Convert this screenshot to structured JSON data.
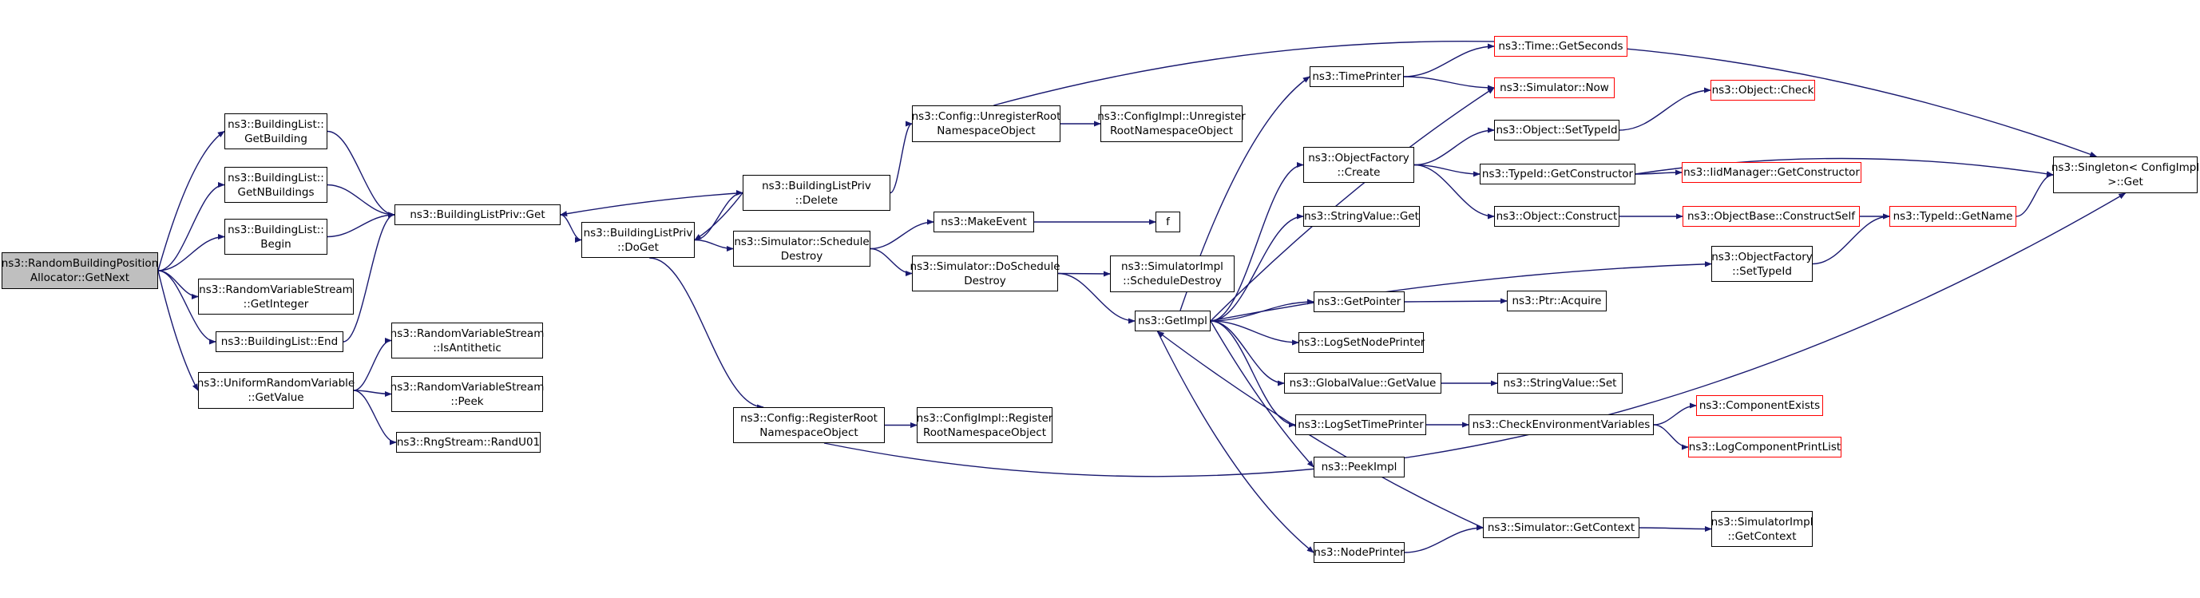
{
  "graph": {
    "title": "",
    "edge_color": "#191970",
    "colors": {
      "box_border": "#000000",
      "truncated_border": "#ff0000",
      "root_fill": "#bfbfbf",
      "background": "#ffffff"
    },
    "nodes": [
      {
        "id": "rbpa",
        "lines": [
          "ns3::RandomBuildingPosition",
          "Allocator::GetNext"
        ],
        "style": "root"
      },
      {
        "id": "bl_getbuilding",
        "lines": [
          "ns3::BuildingList::",
          "GetBuilding"
        ],
        "style": "normal"
      },
      {
        "id": "bl_getn",
        "lines": [
          "ns3::BuildingList::",
          "GetNBuildings"
        ],
        "style": "normal"
      },
      {
        "id": "bl_begin",
        "lines": [
          "ns3::BuildingList::",
          "Begin"
        ],
        "style": "normal"
      },
      {
        "id": "rvs_getint",
        "lines": [
          "ns3::RandomVariableStream",
          "::GetInteger"
        ],
        "style": "normal"
      },
      {
        "id": "bl_end",
        "lines": [
          "ns3::BuildingList::End"
        ],
        "style": "normal"
      },
      {
        "id": "urv_getvalue",
        "lines": [
          "ns3::UniformRandomVariable",
          "::GetValue"
        ],
        "style": "normal"
      },
      {
        "id": "blp_get",
        "lines": [
          "ns3::BuildingListPriv::Get"
        ],
        "style": "normal"
      },
      {
        "id": "rvs_isanti",
        "lines": [
          "ns3::RandomVariableStream",
          "::IsAntithetic"
        ],
        "style": "normal"
      },
      {
        "id": "rvs_peek",
        "lines": [
          "ns3::RandomVariableStream",
          "::Peek"
        ],
        "style": "normal"
      },
      {
        "id": "rng_randu01",
        "lines": [
          "ns3::RngStream::RandU01"
        ],
        "style": "normal"
      },
      {
        "id": "blp_doget",
        "lines": [
          "ns3::BuildingListPriv",
          "::DoGet"
        ],
        "style": "normal"
      },
      {
        "id": "blp_delete",
        "lines": [
          "ns3::BuildingListPriv",
          "::Delete"
        ],
        "style": "normal"
      },
      {
        "id": "sim_schedule_destroy",
        "lines": [
          "ns3::Simulator::Schedule",
          "Destroy"
        ],
        "style": "normal"
      },
      {
        "id": "cfg_registerroot",
        "lines": [
          "ns3::Config::RegisterRoot",
          "NamespaceObject"
        ],
        "style": "normal"
      },
      {
        "id": "cfg_unregisterroot",
        "lines": [
          "ns3::Config::UnregisterRoot",
          "NamespaceObject"
        ],
        "style": "normal"
      },
      {
        "id": "make_event",
        "lines": [
          "ns3::MakeEvent"
        ],
        "style": "normal"
      },
      {
        "id": "sim_doschedule_destroy",
        "lines": [
          "ns3::Simulator::DoSchedule",
          "Destroy"
        ],
        "style": "normal"
      },
      {
        "id": "cfgimpl_register",
        "lines": [
          "ns3::ConfigImpl::Register",
          "RootNamespaceObject"
        ],
        "style": "normal"
      },
      {
        "id": "cfgimpl_unregister",
        "lines": [
          "ns3::ConfigImpl::Unregister",
          "RootNamespaceObject"
        ],
        "style": "normal"
      },
      {
        "id": "f",
        "lines": [
          "f"
        ],
        "style": "normal"
      },
      {
        "id": "simimpl_scheduledestroy",
        "lines": [
          "ns3::SimulatorImpl",
          "::ScheduleDestroy"
        ],
        "style": "normal"
      },
      {
        "id": "getimpl",
        "lines": [
          "ns3::GetImpl"
        ],
        "style": "normal"
      },
      {
        "id": "timeprinter",
        "lines": [
          "ns3::TimePrinter"
        ],
        "style": "normal"
      },
      {
        "id": "of_create",
        "lines": [
          "ns3::ObjectFactory",
          "::Create"
        ],
        "style": "normal"
      },
      {
        "id": "stringvalue_get",
        "lines": [
          "ns3::StringValue::Get"
        ],
        "style": "normal"
      },
      {
        "id": "getpointer",
        "lines": [
          "ns3::GetPointer"
        ],
        "style": "normal"
      },
      {
        "id": "logsetnodeprinter",
        "lines": [
          "ns3::LogSetNodePrinter"
        ],
        "style": "normal"
      },
      {
        "id": "globalvalue_getvalue",
        "lines": [
          "ns3::GlobalValue::GetValue"
        ],
        "style": "normal"
      },
      {
        "id": "logsettimeprinter",
        "lines": [
          "ns3::LogSetTimePrinter"
        ],
        "style": "normal"
      },
      {
        "id": "peekimpl",
        "lines": [
          "ns3::PeekImpl"
        ],
        "style": "normal"
      },
      {
        "id": "nodeprinter",
        "lines": [
          "ns3::NodePrinter"
        ],
        "style": "normal"
      },
      {
        "id": "time_getseconds",
        "lines": [
          "ns3::Time::GetSeconds"
        ],
        "style": "truncated"
      },
      {
        "id": "sim_now",
        "lines": [
          "ns3::Simulator::Now"
        ],
        "style": "truncated"
      },
      {
        "id": "object_settypeid",
        "lines": [
          "ns3::Object::SetTypeId"
        ],
        "style": "normal"
      },
      {
        "id": "typeid_getconstructor",
        "lines": [
          "ns3::TypeId::GetConstructor"
        ],
        "style": "normal"
      },
      {
        "id": "object_construct",
        "lines": [
          "ns3::Object::Construct"
        ],
        "style": "normal"
      },
      {
        "id": "ptr_acquire",
        "lines": [
          "ns3::Ptr::Acquire"
        ],
        "style": "normal"
      },
      {
        "id": "stringvalue_set",
        "lines": [
          "ns3::StringValue::Set"
        ],
        "style": "normal"
      },
      {
        "id": "checkenvvars",
        "lines": [
          "ns3::CheckEnvironmentVariables"
        ],
        "style": "normal"
      },
      {
        "id": "sim_getcontext",
        "lines": [
          "ns3::Simulator::GetContext"
        ],
        "style": "normal"
      },
      {
        "id": "of_settypeid",
        "lines": [
          "ns3::ObjectFactory",
          "::SetTypeId"
        ],
        "style": "normal"
      },
      {
        "id": "object_check",
        "lines": [
          "ns3::Object::Check"
        ],
        "style": "truncated"
      },
      {
        "id": "iidmanager_getconstructor",
        "lines": [
          "ns3::IidManager::GetConstructor"
        ],
        "style": "truncated"
      },
      {
        "id": "objectbase_constructself",
        "lines": [
          "ns3::ObjectBase::ConstructSelf"
        ],
        "style": "truncated"
      },
      {
        "id": "componentexists",
        "lines": [
          "ns3::ComponentExists"
        ],
        "style": "truncated"
      },
      {
        "id": "logcomponentprintlist",
        "lines": [
          "ns3::LogComponentPrintList"
        ],
        "style": "truncated"
      },
      {
        "id": "simimpl_getcontext",
        "lines": [
          "ns3::SimulatorImpl",
          "::GetContext"
        ],
        "style": "normal"
      },
      {
        "id": "typeid_getname",
        "lines": [
          "ns3::TypeId::GetName"
        ],
        "style": "truncated"
      },
      {
        "id": "singleton_get",
        "lines": [
          "ns3::Singleton< ConfigImpl",
          ">::Get"
        ],
        "style": "normal"
      }
    ],
    "edges": [
      [
        "rbpa",
        "bl_getbuilding"
      ],
      [
        "rbpa",
        "bl_getn"
      ],
      [
        "rbpa",
        "bl_begin"
      ],
      [
        "rbpa",
        "rvs_getint"
      ],
      [
        "rbpa",
        "bl_end"
      ],
      [
        "rbpa",
        "urv_getvalue"
      ],
      [
        "bl_getbuilding",
        "blp_get"
      ],
      [
        "bl_getn",
        "blp_get"
      ],
      [
        "bl_begin",
        "blp_get"
      ],
      [
        "bl_end",
        "blp_get"
      ],
      [
        "urv_getvalue",
        "rvs_isanti"
      ],
      [
        "urv_getvalue",
        "rvs_peek"
      ],
      [
        "urv_getvalue",
        "rng_randu01"
      ],
      [
        "blp_get",
        "blp_doget"
      ],
      [
        "blp_doget",
        "blp_delete"
      ],
      [
        "blp_doget",
        "sim_schedule_destroy"
      ],
      [
        "blp_doget",
        "cfg_registerroot"
      ],
      [
        "blp_delete",
        "blp_get"
      ],
      [
        "blp_delete",
        "blp_doget"
      ],
      [
        "blp_delete",
        "cfg_unregisterroot"
      ],
      [
        "cfg_unregisterroot",
        "cfgimpl_unregister"
      ],
      [
        "cfg_unregisterroot",
        "singleton_get"
      ],
      [
        "cfg_registerroot",
        "cfgimpl_register"
      ],
      [
        "cfg_registerroot",
        "singleton_get"
      ],
      [
        "sim_schedule_destroy",
        "make_event"
      ],
      [
        "sim_schedule_destroy",
        "sim_doschedule_destroy"
      ],
      [
        "make_event",
        "f"
      ],
      [
        "sim_doschedule_destroy",
        "simimpl_scheduledestroy"
      ],
      [
        "sim_doschedule_destroy",
        "getimpl"
      ],
      [
        "getimpl",
        "timeprinter"
      ],
      [
        "getimpl",
        "sim_now"
      ],
      [
        "getimpl",
        "of_create"
      ],
      [
        "getimpl",
        "stringvalue_get"
      ],
      [
        "getimpl",
        "of_settypeid"
      ],
      [
        "getimpl",
        "getpointer"
      ],
      [
        "getimpl",
        "logsetnodeprinter"
      ],
      [
        "getimpl",
        "globalvalue_getvalue"
      ],
      [
        "getimpl",
        "logsettimeprinter"
      ],
      [
        "getimpl",
        "peekimpl"
      ],
      [
        "getimpl",
        "nodeprinter"
      ],
      [
        "timeprinter",
        "time_getseconds"
      ],
      [
        "timeprinter",
        "sim_now"
      ],
      [
        "of_create",
        "object_settypeid"
      ],
      [
        "of_create",
        "typeid_getconstructor"
      ],
      [
        "of_create",
        "object_construct"
      ],
      [
        "object_settypeid",
        "object_check"
      ],
      [
        "typeid_getconstructor",
        "iidmanager_getconstructor"
      ],
      [
        "typeid_getconstructor",
        "singleton_get"
      ],
      [
        "object_construct",
        "objectbase_constructself"
      ],
      [
        "objectbase_constructself",
        "typeid_getname"
      ],
      [
        "of_settypeid",
        "typeid_getname"
      ],
      [
        "typeid_getname",
        "singleton_get"
      ],
      [
        "getpointer",
        "ptr_acquire"
      ],
      [
        "globalvalue_getvalue",
        "stringvalue_set"
      ],
      [
        "logsettimeprinter",
        "checkenvvars"
      ],
      [
        "checkenvvars",
        "componentexists"
      ],
      [
        "checkenvvars",
        "logcomponentprintlist"
      ],
      [
        "nodeprinter",
        "sim_getcontext"
      ],
      [
        "sim_getcontext",
        "getimpl"
      ],
      [
        "sim_getcontext",
        "simimpl_getcontext"
      ]
    ]
  }
}
